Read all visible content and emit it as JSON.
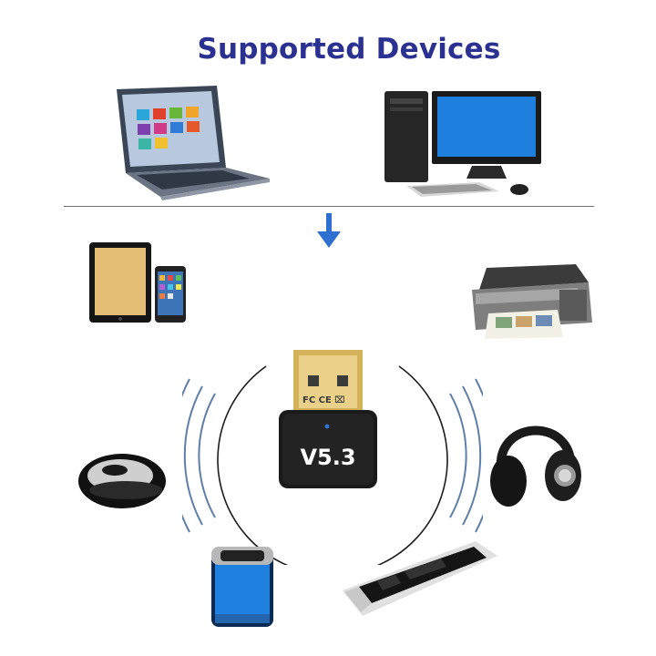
{
  "title": "Supported Devices",
  "dongle": {
    "version_label": "V5.3",
    "cert_marks": "FC CE ⌧"
  },
  "devices": [
    "laptop",
    "desktop-pc",
    "tablet-and-phone",
    "printer",
    "headphones",
    "mouse",
    "speaker",
    "keyboard"
  ],
  "colors": {
    "title": "#2a3190",
    "arrow": "#2f6fd0",
    "waves": "#5f7fa8",
    "dongle_body": "#1a1a1a",
    "usb_plug": "#d4b25a"
  }
}
